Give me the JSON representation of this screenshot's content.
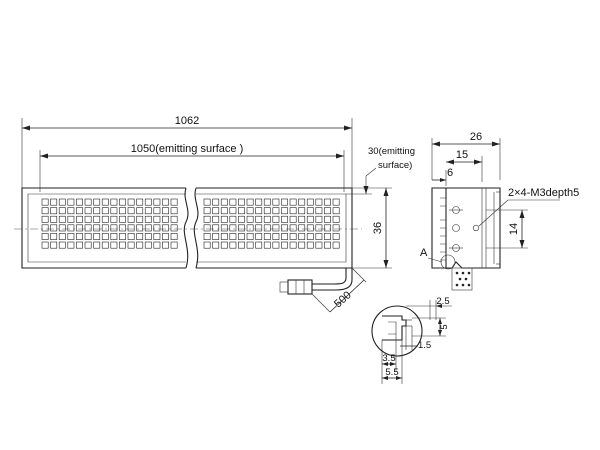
{
  "drawing": {
    "total_length_label": "1062",
    "emitting_length_label": "1050(emitting surface )",
    "emitting_width_label_line1": "30(emitting",
    "emitting_width_label_line2": "surface)",
    "height_label": "36",
    "cable_label": "500",
    "side_width_label": "26",
    "side_width2_label": "15",
    "side_offset_label": "6",
    "screw_label": "2×4-M3depth5",
    "screw_pitch_label": "14",
    "detail_marker": "A",
    "detail_dim_top": "2.5",
    "detail_dim_right": "5",
    "detail_dim_small": "1.5",
    "detail_dim_bottom1": "3.5",
    "detail_dim_bottom2": "5.5"
  }
}
